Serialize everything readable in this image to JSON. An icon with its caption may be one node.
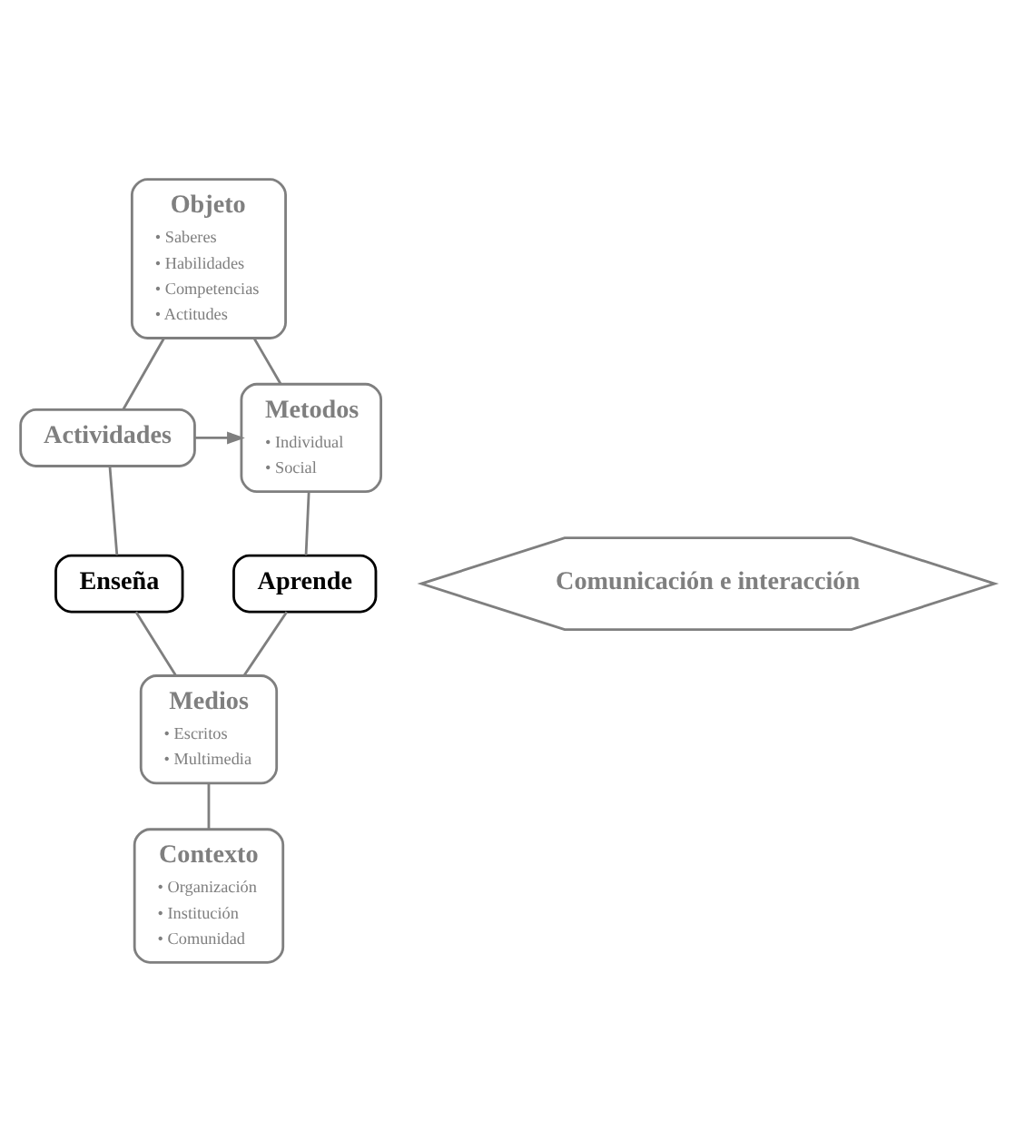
{
  "diagram": {
    "nodes": [
      {
        "text": [
          "Objeto",
          "• Saberes",
          "• Habilidades",
          "• Competencias",
          "• Actitudes"
        ]
      },
      {
        "text": [
          "Actividades"
        ]
      },
      {
        "text": [
          "Metodos",
          "• Individual",
          "• Social"
        ]
      },
      {
        "text": [
          "Enseña"
        ]
      },
      {
        "text": [
          "Comunicación e interacción"
        ]
      },
      {
        "text": [
          "Aprende"
        ]
      },
      {
        "text": [
          "Medios",
          "• Escritos",
          "• Multimedia"
        ]
      },
      {
        "text": [
          "Contexto",
          "• Organización",
          "• Institución",
          "• Comunidad"
        ]
      }
    ],
    "edges": [
      {
        "from": 0,
        "to": 1,
        "arrow": "none"
      },
      {
        "from": 0,
        "to": 2,
        "arrow": "none"
      },
      {
        "from": 1,
        "to": 2,
        "arrow": "to"
      },
      {
        "from": 1,
        "to": 3,
        "arrow": "none"
      },
      {
        "from": 2,
        "to": 5,
        "arrow": "none"
      },
      {
        "from": 3,
        "to": 6,
        "arrow": "none"
      },
      {
        "from": 5,
        "to": 6,
        "arrow": "none"
      },
      {
        "from": 6,
        "to": 7,
        "arrow": "none"
      }
    ]
  }
}
